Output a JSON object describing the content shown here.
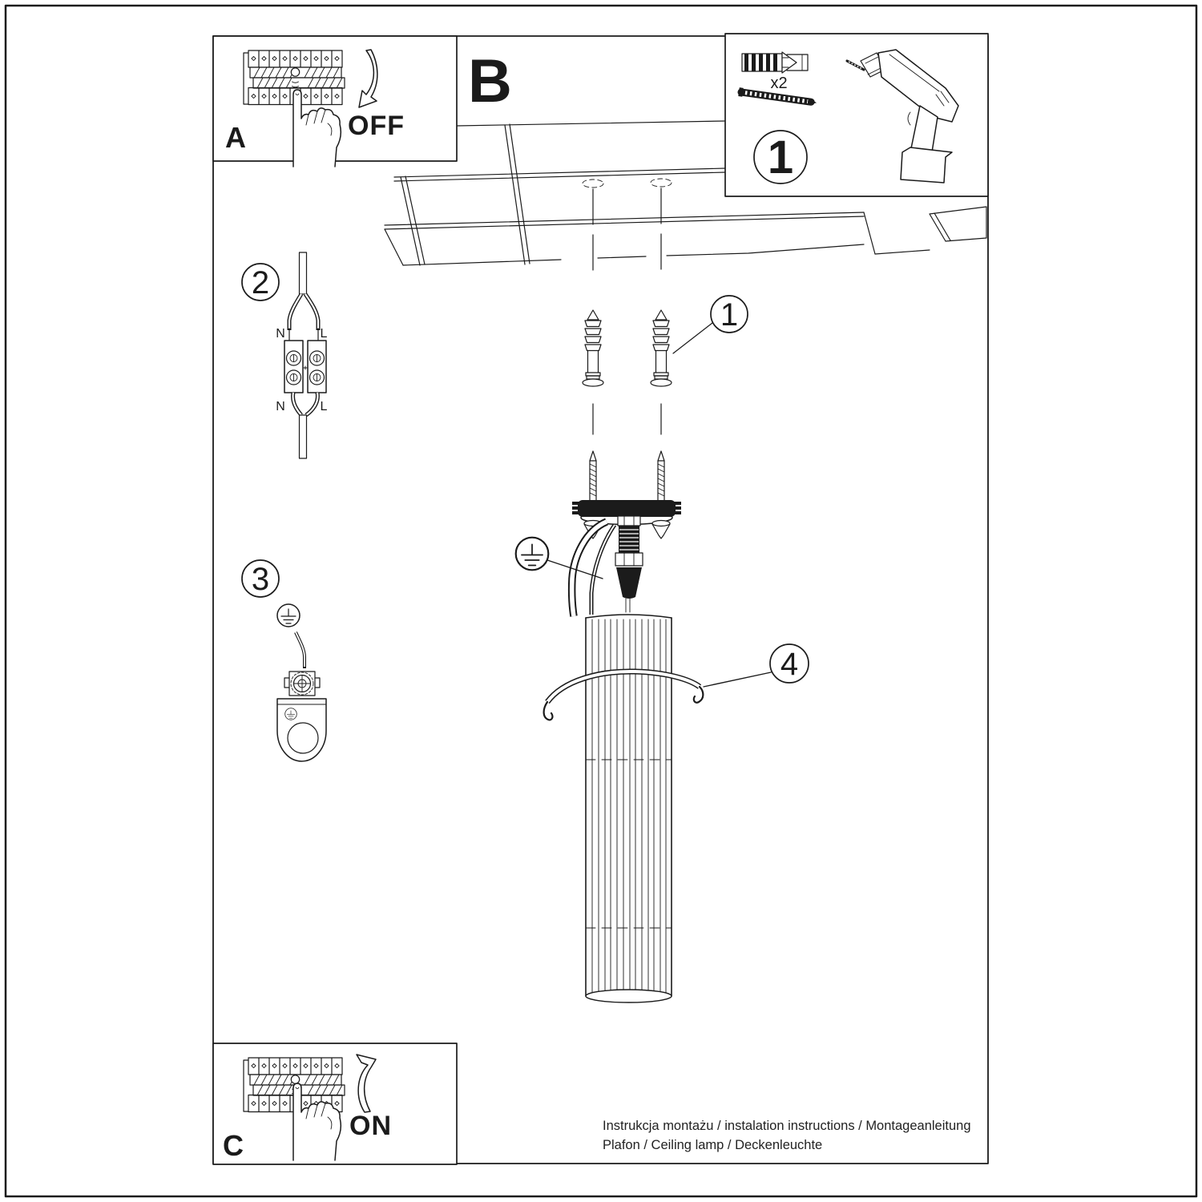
{
  "panel_a": {
    "label": "A",
    "action": "OFF"
  },
  "panel_c": {
    "label": "C",
    "action": "ON"
  },
  "section_b": {
    "label": "B"
  },
  "kit": {
    "quantity": "x2",
    "step": "1"
  },
  "callouts": {
    "anchor_step": "1",
    "wiring_step": "2",
    "ground_step": "3",
    "clip_step": "4"
  },
  "terminal": {
    "top_left": "N",
    "top_right": "L",
    "bottom_left": "N",
    "bottom_right": "L"
  },
  "footer": {
    "line1": "Instrukcja montażu / instalation instructions / Montageanleitung",
    "line2": "Plafon / Ceiling lamp / Deckenleuchte"
  },
  "colors": {
    "ink": "#1b1b1b",
    "paper": "#ffffff"
  }
}
